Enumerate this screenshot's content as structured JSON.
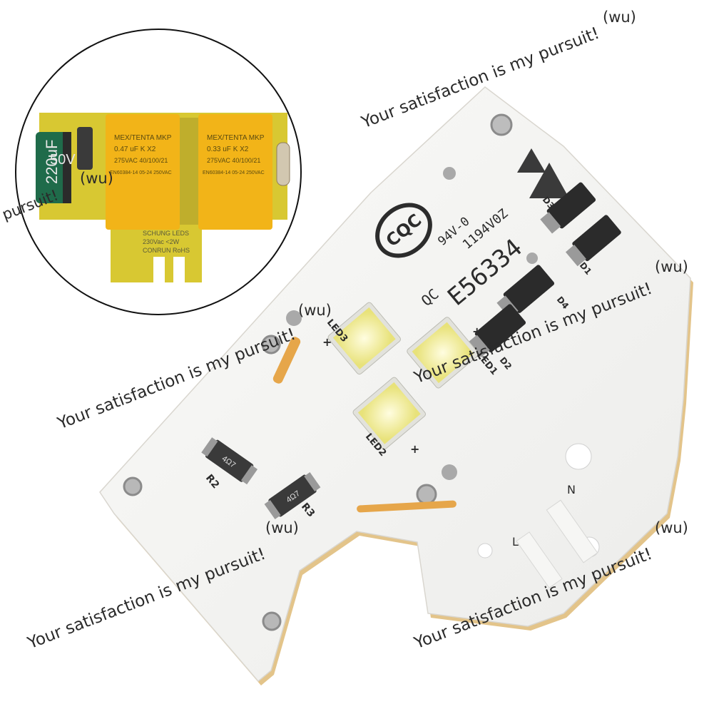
{
  "watermark": {
    "slogan": "Your satisfaction is my pursuit!",
    "slogan_partial": "pursuit!",
    "tag": "(wu)"
  },
  "board": {
    "logo": "CQC",
    "rating": "94V-0",
    "code": "1194V0Z",
    "file_number": "E56334",
    "qc": "QC",
    "labels": {
      "led1": "LED1",
      "led2": "LED2",
      "led3": "LED3",
      "d1": "D1",
      "d2": "D2",
      "d3": "D3",
      "d4": "D4",
      "r2": "R2",
      "r3": "R3",
      "resistor_value": "4Ω7",
      "n": "N",
      "l": "L",
      "plus": "+"
    }
  },
  "inset": {
    "capacitor_1": [
      "MEX/TENTA MKP",
      "0.47 uF K X2",
      "275VAC 40/100/21",
      "EN60384-14 05-24 250VAC"
    ],
    "capacitor_2": [
      "MEX/TENTA MKP",
      "0.33 uF K X2",
      "275VAC 40/100/21",
      "EN60384-14 05-24 250VAC"
    ],
    "electrolytic": [
      "220uF",
      "50V"
    ],
    "pcb_text": [
      "SCHUNG LEDS",
      "230Vac <2W",
      "CONRUN RoHS"
    ]
  },
  "colors": {
    "board": "#f4f4f2",
    "board_edge": "#e3c48a",
    "pcb_yellow": "#d8c832",
    "capacitor": "#f2b418",
    "led": "#f3ef96",
    "text": "#2a2a2a"
  }
}
